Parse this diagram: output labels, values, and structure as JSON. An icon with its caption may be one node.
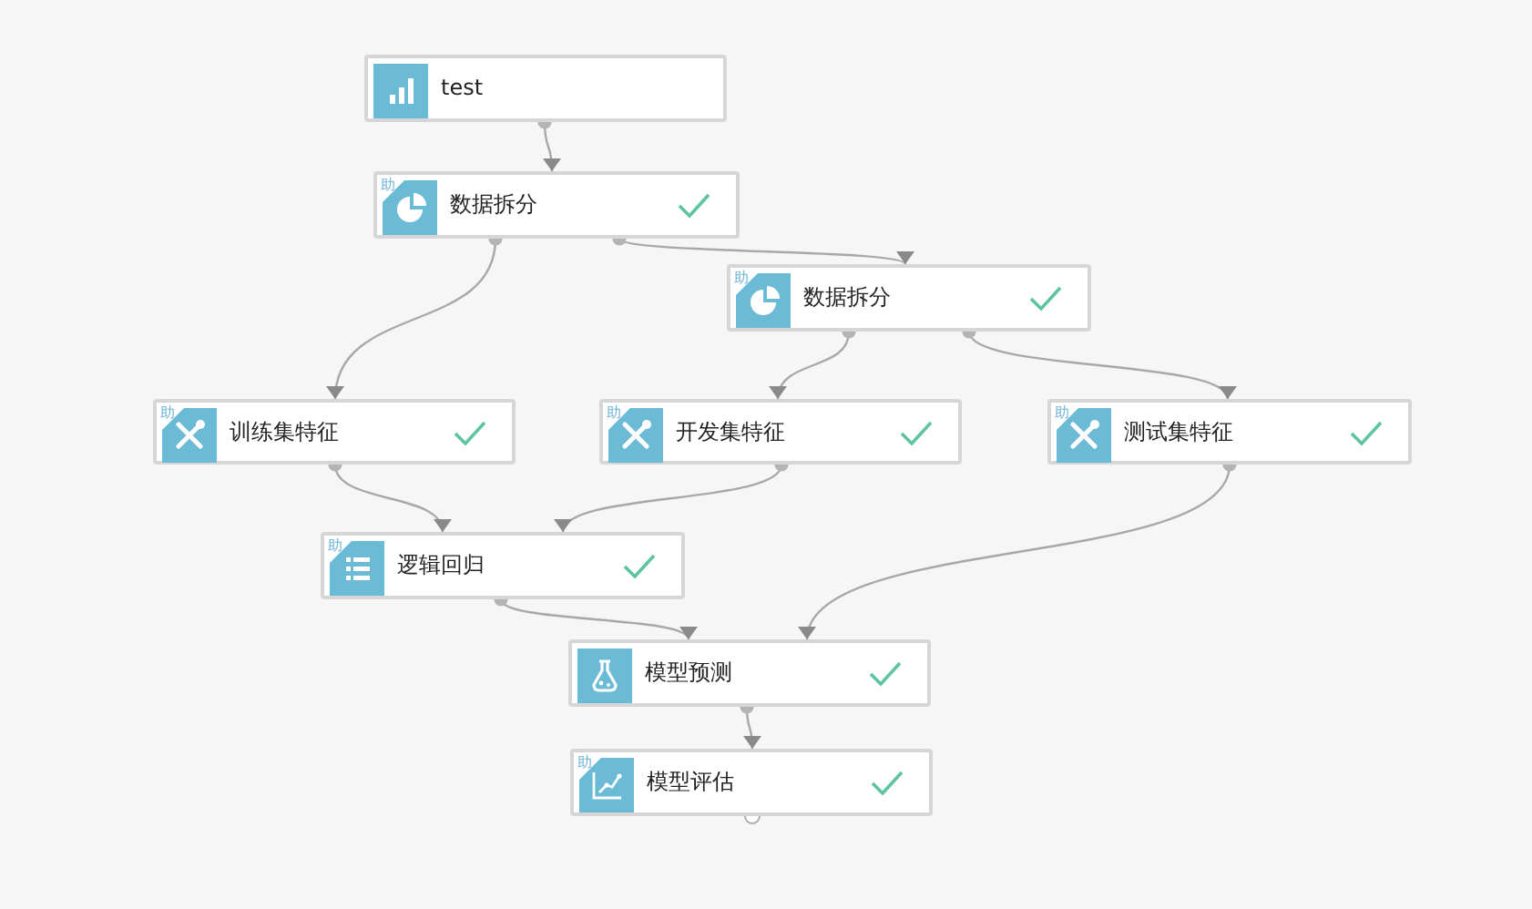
{
  "diagram": {
    "nodes": [
      {
        "text": [
          "test"
        ]
      },
      {
        "text": [
          "助",
          "数据拆分"
        ]
      },
      {
        "text": [
          "助",
          "数据拆分"
        ]
      },
      {
        "text": [
          "助",
          "训练集特征"
        ]
      },
      {
        "text": [
          "助",
          "开发集特征"
        ]
      },
      {
        "text": [
          "助",
          "测试集特征"
        ]
      },
      {
        "text": [
          "助",
          "逻辑回归"
        ]
      },
      {
        "text": [
          "模型预测"
        ]
      },
      {
        "text": [
          "助",
          "模型评估"
        ]
      }
    ],
    "edges": [
      {
        "from": 0,
        "to": 1,
        "arrow": "to"
      },
      {
        "from": 1,
        "to": 3,
        "arrow": "to"
      },
      {
        "from": 1,
        "to": 2,
        "arrow": "to"
      },
      {
        "from": 2,
        "to": 4,
        "arrow": "to"
      },
      {
        "from": 2,
        "to": 5,
        "arrow": "to"
      },
      {
        "from": 3,
        "to": 6,
        "arrow": "to"
      },
      {
        "from": 4,
        "to": 6,
        "arrow": "to"
      },
      {
        "from": 6,
        "to": 7,
        "arrow": "to"
      },
      {
        "from": 5,
        "to": 7,
        "arrow": "to"
      },
      {
        "from": 7,
        "to": 8,
        "arrow": "to"
      }
    ]
  }
}
